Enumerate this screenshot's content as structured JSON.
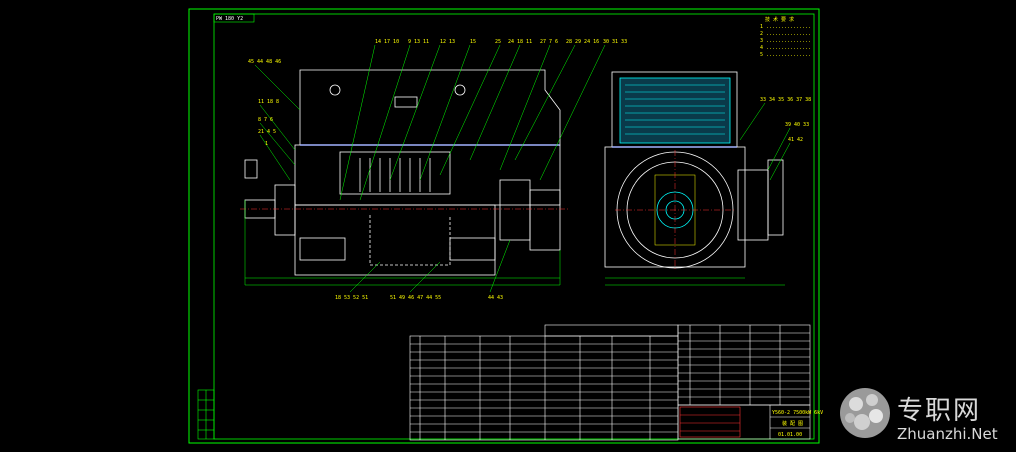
{
  "frame_title": "PW 180 Y2",
  "tech_notes": [
    "技 术 要 求",
    "1 ...............",
    "2 ...............",
    "3 ...............",
    "4 ...............",
    "5 ..............."
  ],
  "callouts_left": [
    "45 44 48 46",
    "11 18 8",
    "8 7 6",
    "21 4 5",
    "1",
    "14 17 10",
    "9 13 11",
    "12 13",
    "15",
    "25",
    "24 18 11",
    "27 7 6",
    "28 29 24 16",
    "30 31 33"
  ],
  "callouts_bottom": [
    "18 53 52 51",
    "51 49 46 47 44 55",
    "44 43"
  ],
  "callouts_right": [
    "33 34 35 36 37 38",
    "39 40 33",
    "41 42"
  ],
  "title_block": {
    "drawing_name": "Y560-2 7500kW 6kV",
    "part": "装 配 图",
    "number": "01.01.00"
  },
  "watermark": {
    "cn": "专职网",
    "en": "Zhuanzhi.Net"
  },
  "colors": {
    "frame": "#00ff00",
    "line": "#ffffff",
    "text": "#ffff00",
    "accent": "#00ffff",
    "blue": "#3a5bff",
    "dim": "#00ff00"
  }
}
